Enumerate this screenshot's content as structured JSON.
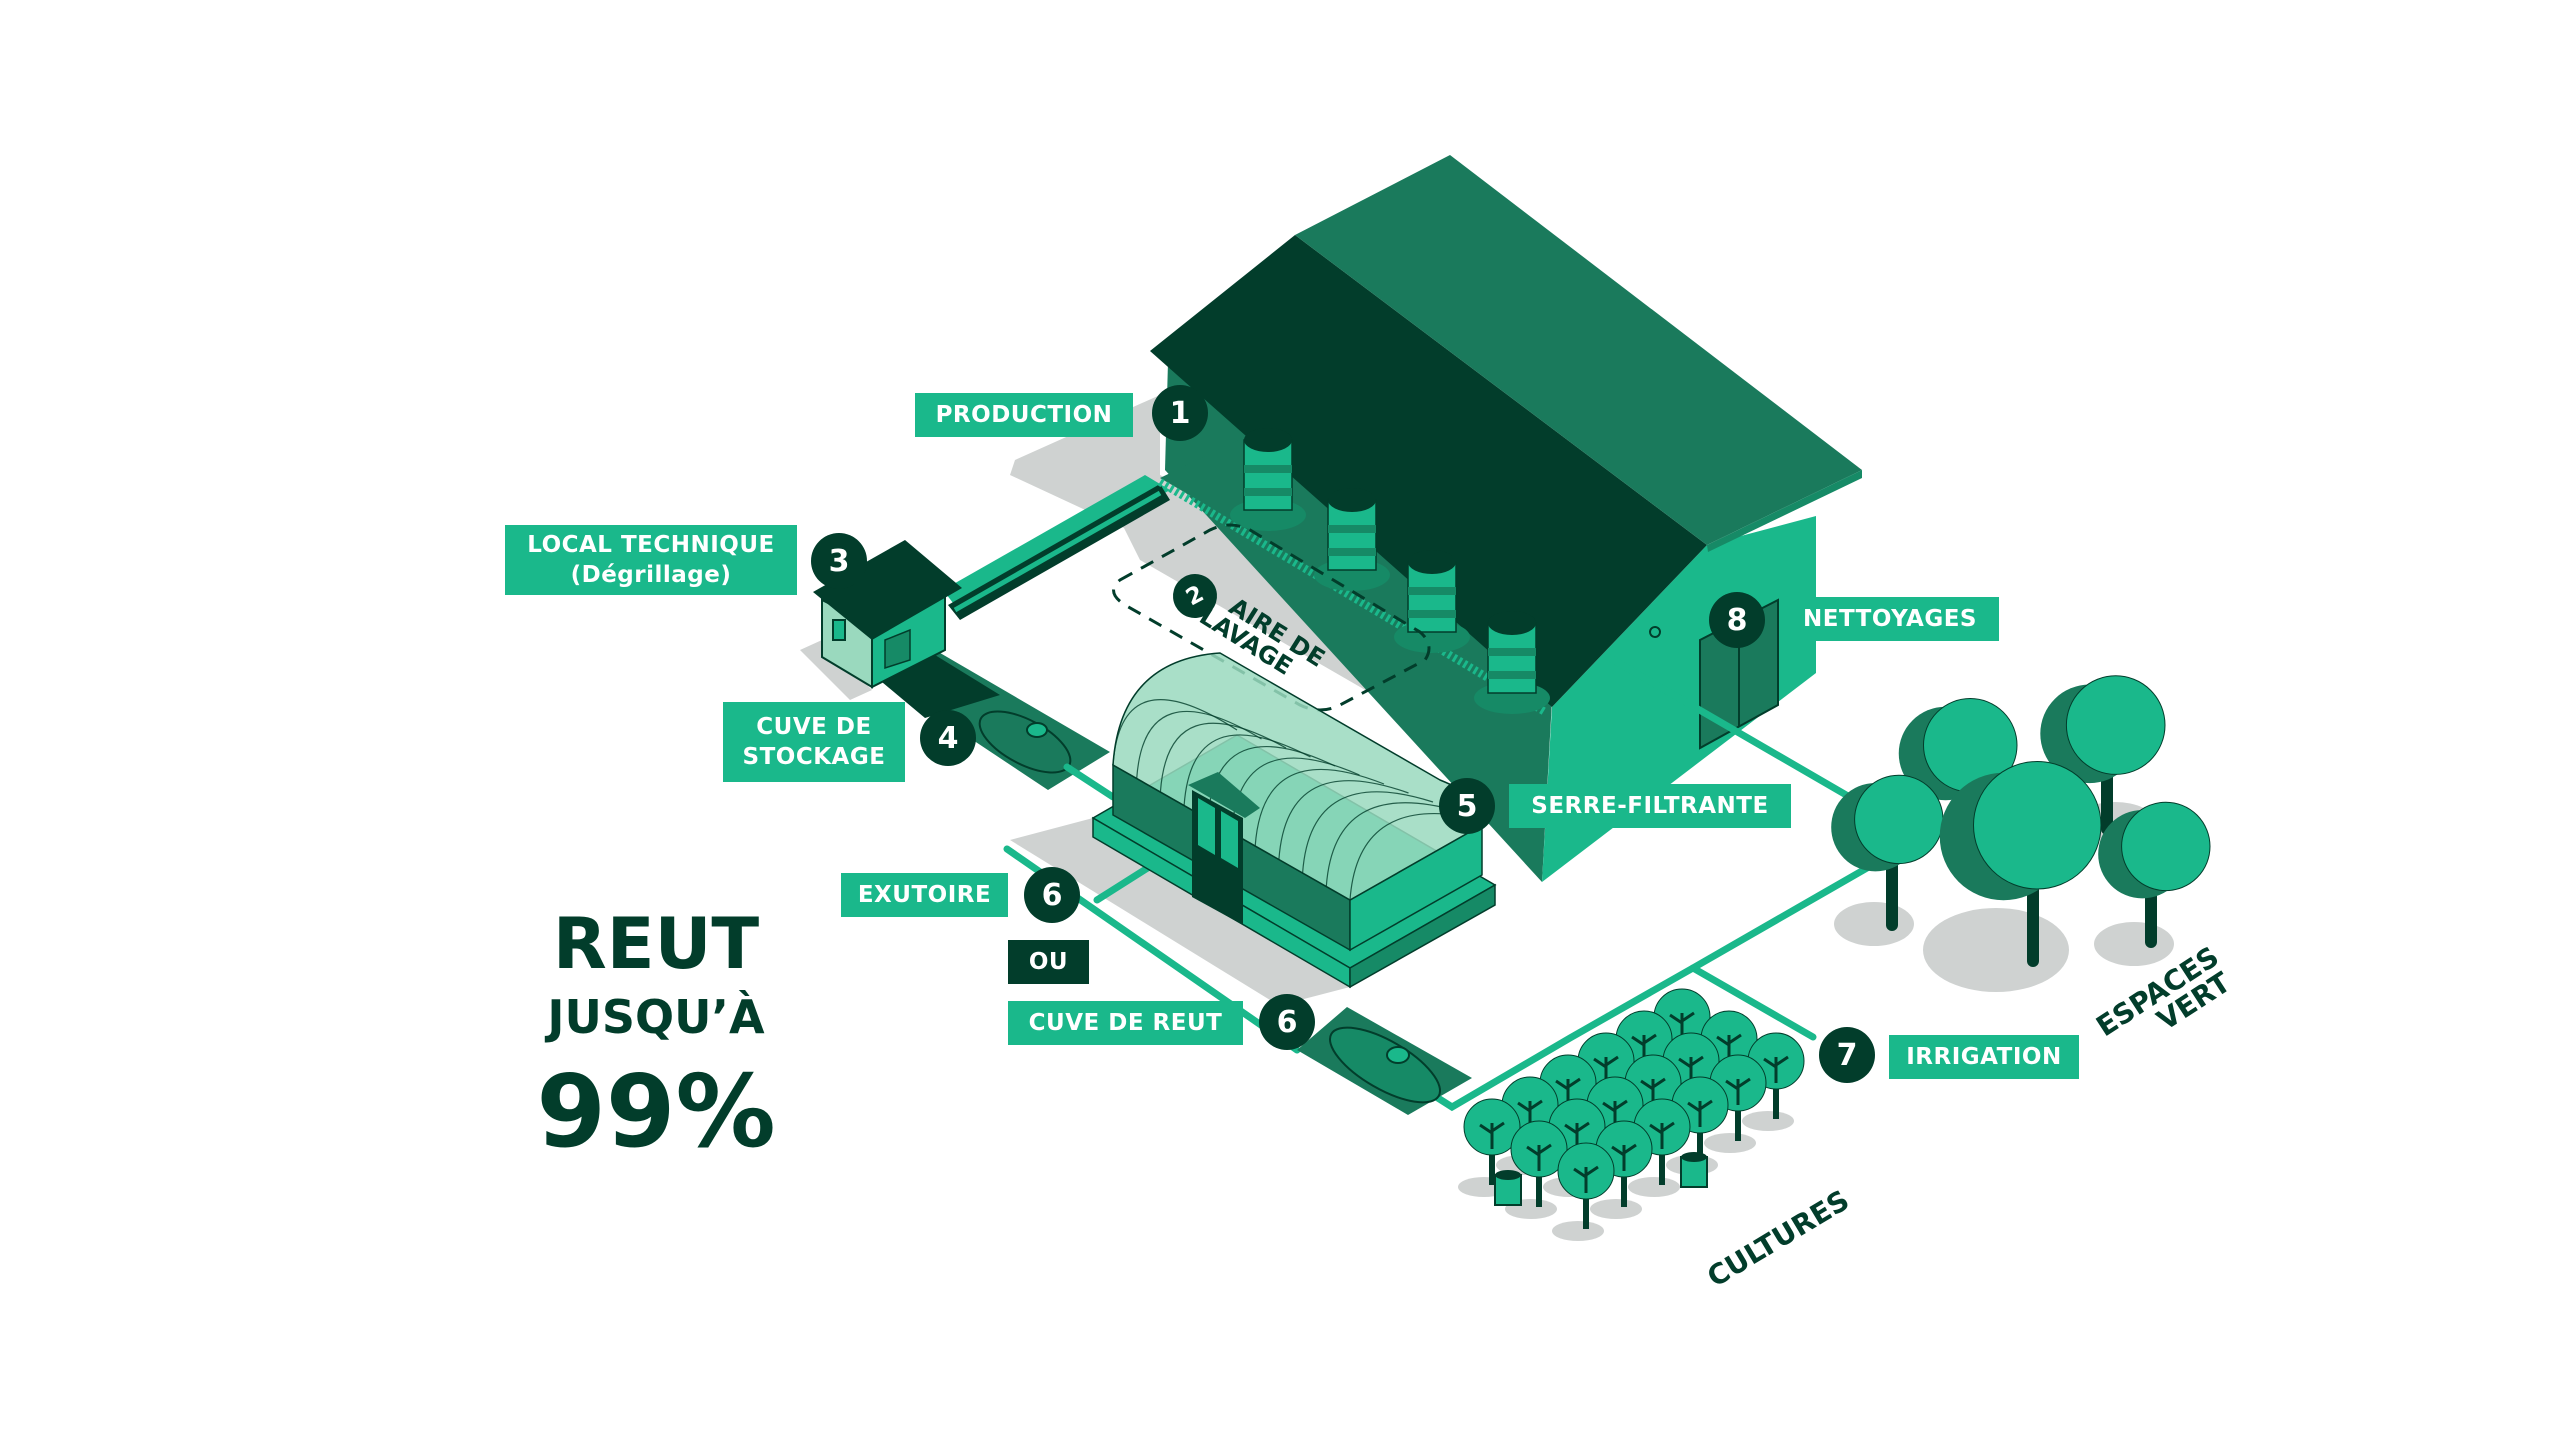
{
  "diagram": {
    "title_block": {
      "line1": "REUT",
      "line2": "JUSQU’À",
      "line3": "99%"
    },
    "steps": [
      {
        "number": "1",
        "label": "PRODUCTION"
      },
      {
        "number": "2",
        "label_line1": "AIRE DE",
        "label_line2": "LAVAGE"
      },
      {
        "number": "3",
        "label_line1": "LOCAL TECHNIQUE",
        "label_line2": "(Dégrillage)"
      },
      {
        "number": "4",
        "label_line1": "CUVE DE",
        "label_line2": "STOCKAGE"
      },
      {
        "number": "5",
        "label": "SERRE-FILTRANTE"
      },
      {
        "number": "6",
        "label": "EXUTOIRE"
      },
      {
        "number": "6",
        "label": "CUVE DE REUT"
      },
      {
        "number": "7",
        "label": "IRRIGATION"
      },
      {
        "number": "8",
        "label": "NETTOYAGES"
      }
    ],
    "connector": "OU",
    "zones": {
      "espaces_line1": "ESPACES",
      "espaces_line2": "VERT",
      "cultures": "CULTURES"
    },
    "colors": {
      "dark": "#023d2b",
      "accent": "#1ab88b",
      "mid": "#1a7a5c",
      "shadow": "#cfd2d1"
    }
  }
}
